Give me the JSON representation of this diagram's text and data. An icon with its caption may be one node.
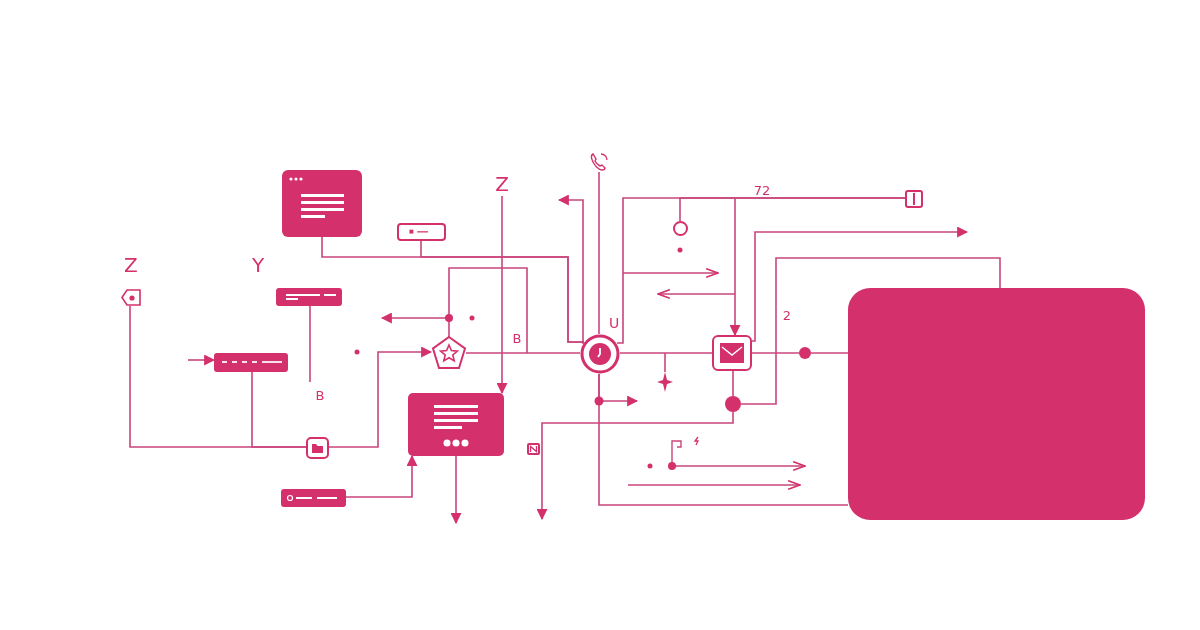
{
  "diagram": {
    "nodes": [
      {
        "text": [],
        "shape": "box"
      },
      {
        "text": [],
        "shape": "box"
      },
      {
        "text": [],
        "shape": "tag",
        "beside": [
          "Z"
        ]
      },
      {
        "text": [],
        "shape": "bar"
      },
      {
        "text": [],
        "shape": "bar"
      },
      {
        "text": [],
        "shape": "box"
      },
      {
        "text": [],
        "shape": "pentagon"
      },
      {
        "text": [],
        "shape": "box"
      },
      {
        "text": [],
        "shape": "bar"
      },
      {
        "text": [],
        "shape": "circle"
      },
      {
        "text": [],
        "shape": "box"
      },
      {
        "text": [],
        "shape": "box"
      },
      {
        "text": [],
        "shape": "box"
      },
      {
        "text": [],
        "shape": "circle"
      },
      {
        "text": [],
        "shape": "circle"
      },
      {
        "text": [],
        "shape": "circle"
      },
      {
        "text": [],
        "shape": "picture"
      },
      {
        "text": [],
        "shape": "box"
      },
      {
        "text": [
          "Z"
        ]
      }
    ],
    "edges": [
      {
        "from": 0,
        "to": 9,
        "arrow": "none"
      },
      {
        "from": 1,
        "to": 9,
        "arrow": "none"
      },
      {
        "from": 2,
        "to": 5,
        "arrow": "none"
      },
      {
        "from": 4,
        "to": 5,
        "arrow": "none"
      },
      {
        "from": 3,
        "to": null,
        "arrow": "none"
      },
      {
        "from": 5,
        "to": 6,
        "arrow": "to"
      },
      {
        "from": null,
        "to": 4,
        "arrow": "to"
      },
      {
        "from": 8,
        "to": 7,
        "arrow": "to"
      },
      {
        "from": 7,
        "to": null,
        "arrow": "to"
      },
      {
        "from": 18,
        "to": 7,
        "arrow": "to"
      },
      {
        "from": 6,
        "to": 9,
        "arrow": "none"
      },
      {
        "from": 6,
        "to": null,
        "arrow": "to"
      },
      {
        "from": 16,
        "to": 9,
        "arrow": "none"
      },
      {
        "from": 9,
        "to": null,
        "arrow": "to"
      },
      {
        "from": 9,
        "to": 10,
        "arrow": "none"
      },
      {
        "from": 9,
        "to": 12,
        "arrow": "none"
      },
      {
        "from": 13,
        "to": 12,
        "arrow": "none"
      },
      {
        "from": null,
        "to": 10,
        "arrow": "to"
      },
      {
        "from": 10,
        "to": 14,
        "arrow": "none"
      },
      {
        "from": 14,
        "to": 11,
        "arrow": "none"
      },
      {
        "from": 10,
        "to": 15,
        "arrow": "none"
      },
      {
        "from": 15,
        "to": null,
        "arrow": "to"
      },
      {
        "from": 15,
        "to": 11,
        "arrow": "none"
      },
      {
        "from": 10,
        "to": null,
        "arrow": "to"
      },
      {
        "from": 9,
        "to": 11,
        "arrow": "none"
      },
      {
        "from": 9,
        "to": null,
        "arrow": "to"
      }
    ],
    "labels": [
      "Y",
      "72",
      "B",
      "B",
      "U",
      "2"
    ]
  }
}
